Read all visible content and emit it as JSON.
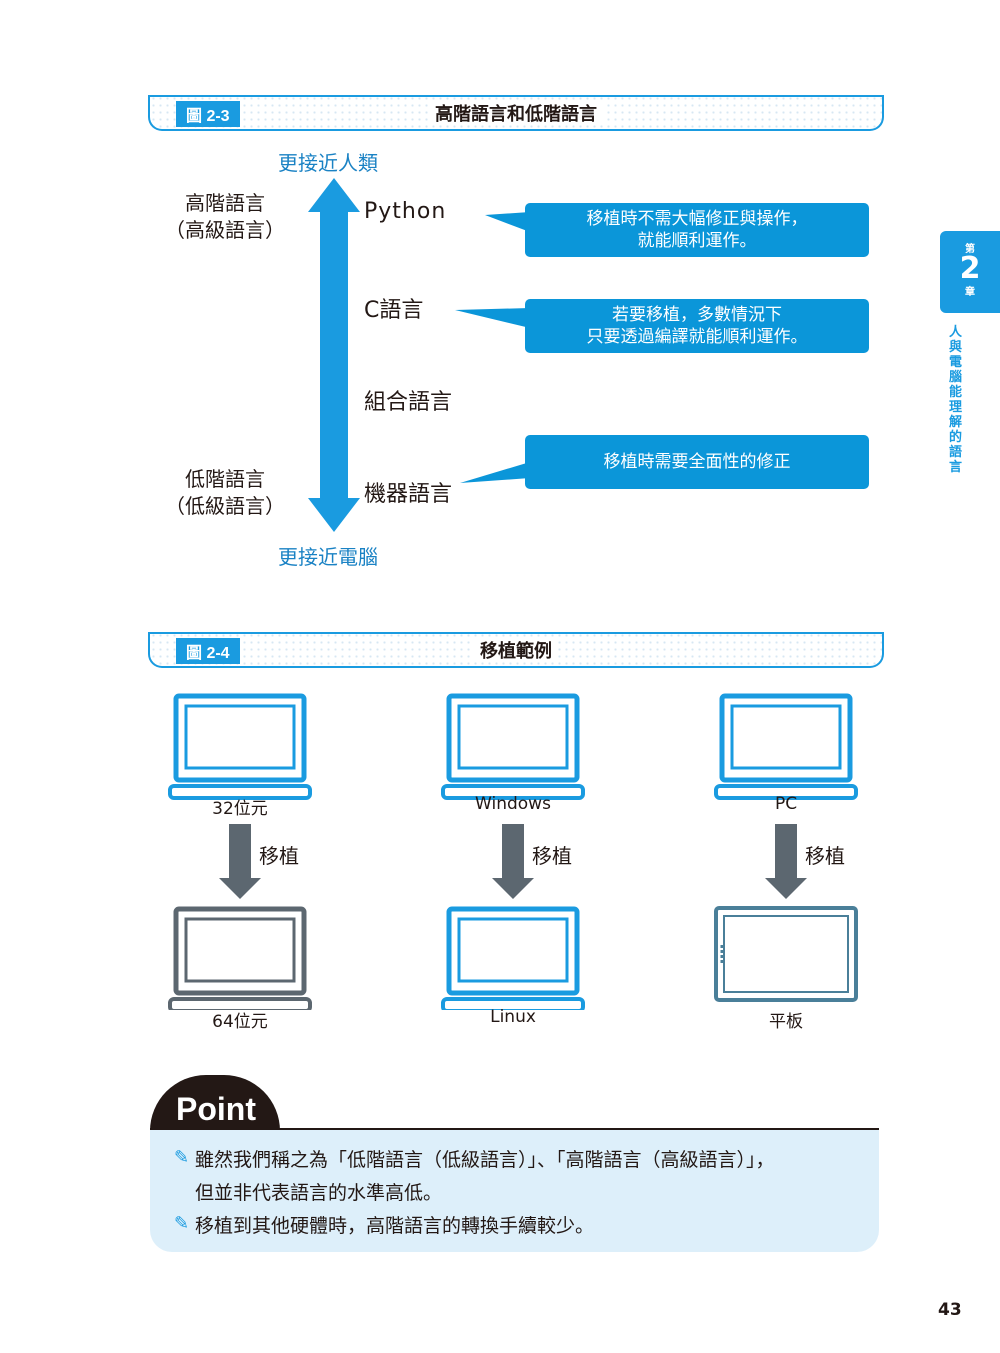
{
  "figure1": {
    "badge": "圖 2-3",
    "title": "高階語言和低階語言",
    "top_label": "更接近人類",
    "bottom_label": "更接近電腦",
    "high": {
      "title": "高階語言",
      "sub": "（高級語言）"
    },
    "low": {
      "title": "低階語言",
      "sub": "（低級語言）"
    },
    "languages": [
      "Python",
      "C語言",
      "組合語言",
      "機器語言"
    ],
    "callouts": [
      [
        "移植時不需大幅修正與操作，",
        "就能順利運作。"
      ],
      [
        "若要移植，多數情況下",
        "只要透過編譯就能順利運作。"
      ],
      [
        "移植時需要全面性的修正"
      ]
    ]
  },
  "figure2": {
    "badge": "圖 2-4",
    "title": "移植範例",
    "port_label": "移植",
    "examples": [
      {
        "from": "32位元",
        "to": "64位元"
      },
      {
        "from": "Windows",
        "to": "Linux"
      },
      {
        "from": "PC",
        "to": "平板"
      }
    ]
  },
  "point": {
    "title": "Point",
    "lines": [
      "雖然我們稱之為「低階語言（低級語言）」、「高階語言（高級語言）」，",
      "但並非代表語言的水準高低。",
      "移植到其他硬體時，高階語言的轉換手續較少。"
    ]
  },
  "chapter": {
    "label_top": "第",
    "number": "2",
    "label_bottom": "章",
    "title": "人與電腦能理解的語言"
  },
  "page_number": "43",
  "colors": {
    "accent": "#1a9be0",
    "gray": "#5c6770"
  }
}
